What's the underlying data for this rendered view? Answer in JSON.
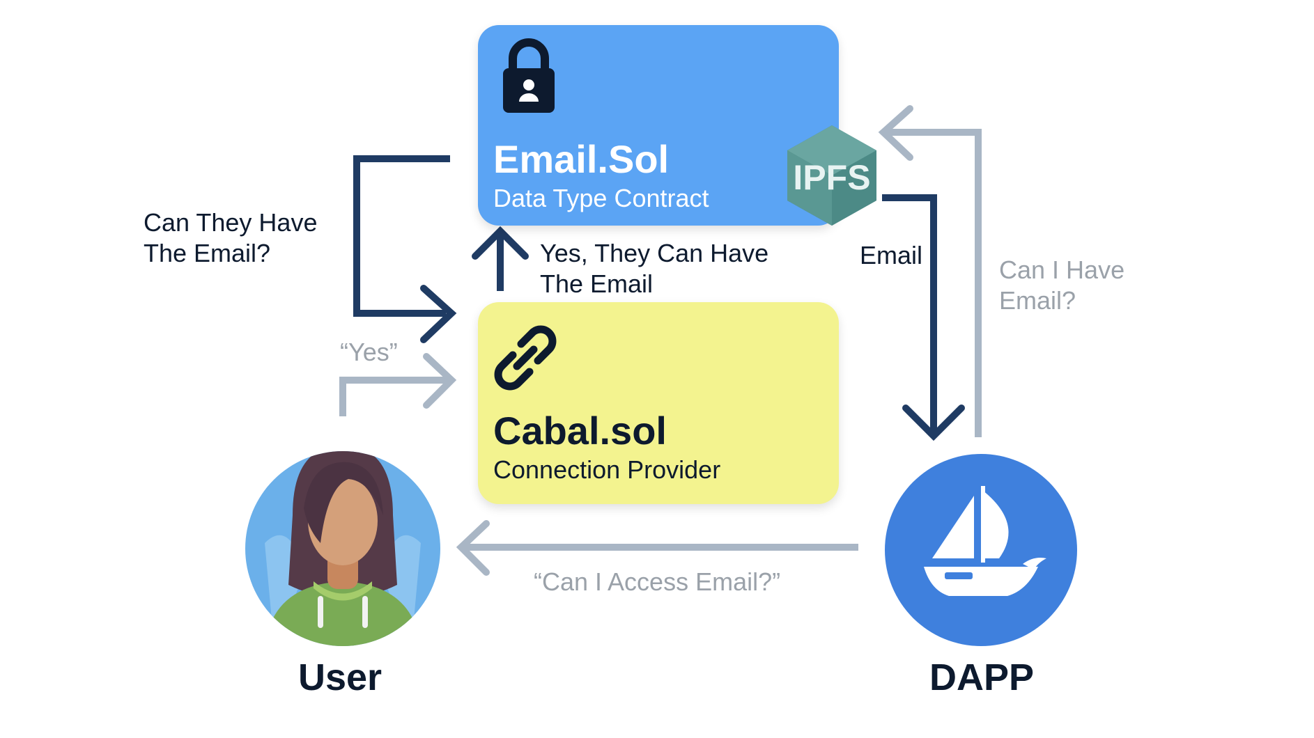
{
  "email_box": {
    "title": "Email.Sol",
    "subtitle": "Data Type Contract",
    "icon": "lock-icon",
    "badge_icon": "ipfs-icon",
    "badge_text": "IPFS",
    "color": "#5ba4f4"
  },
  "cabal_box": {
    "title": "Cabal.sol",
    "subtitle": "Connection Provider",
    "icon": "link-icon",
    "color": "#f3f38f"
  },
  "labels": {
    "can_they_have": [
      "Can They Have",
      "The Email?"
    ],
    "yes_they_can": [
      "Yes, They Can Have",
      "The Email"
    ],
    "email": "Email",
    "can_i_have": [
      "Can I Have",
      "Email?"
    ],
    "yes": "“Yes”",
    "can_i_access": "“Can I Access Email?”"
  },
  "nodes": {
    "user": "User",
    "dapp": "DAPP"
  },
  "colors": {
    "dark_arrow": "#1f3b63",
    "light_arrow": "#a9b6c5",
    "dapp_blue": "#3f80dd",
    "ipfs_teal": "#4f8f8b"
  }
}
